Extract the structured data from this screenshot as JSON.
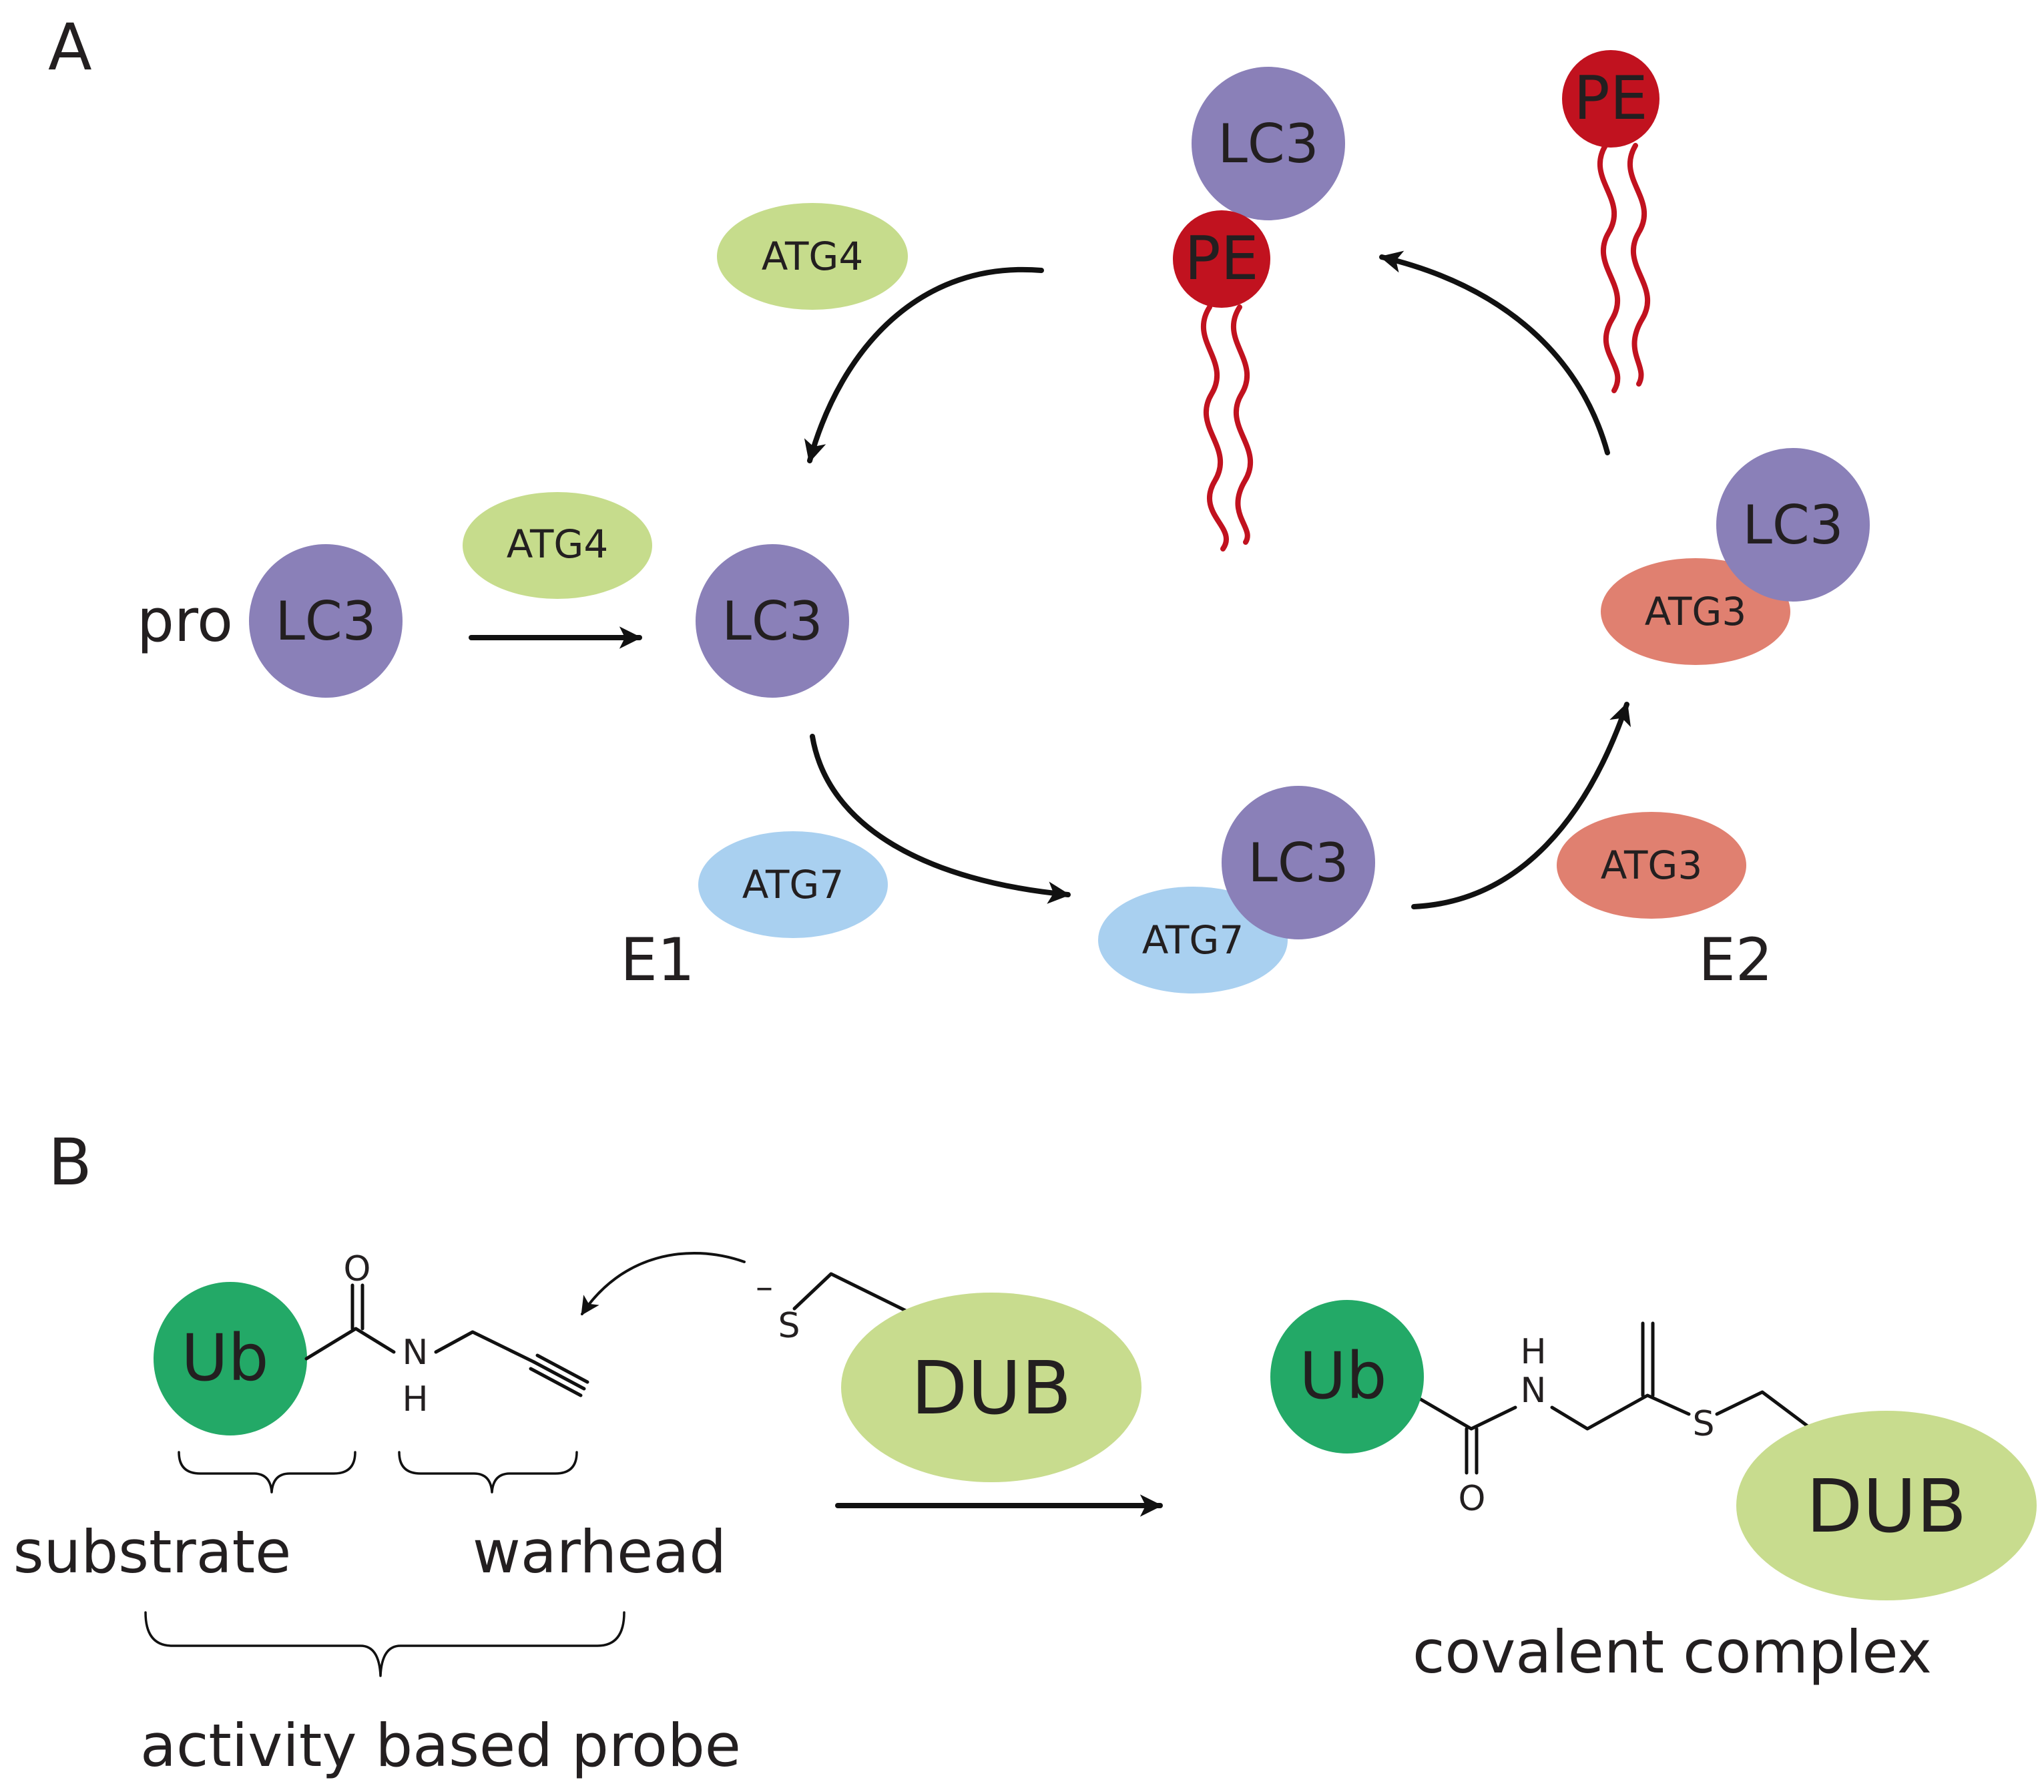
{
  "colors": {
    "lc3": "#8a80b8",
    "pe": "#c1121f",
    "atg4": "#c6dc8c",
    "atg7": "#a9d0f0",
    "atg3": "#e08070",
    "ub": "#23a967",
    "dub": "#c8dc8e",
    "text": "#231f20",
    "line": "#111111"
  },
  "panel_a": {
    "label": "A",
    "pro_label": "pro",
    "lc3_label": "LC3",
    "pe_label": "PE",
    "atg4_label": "ATG4",
    "atg7_label": "ATG7",
    "atg3_label": "ATG3",
    "e1_label": "E1",
    "e2_label": "E2"
  },
  "panel_b": {
    "label": "B",
    "ub_label": "Ub",
    "dub_label": "DUB",
    "oxygen": "O",
    "nitrogen": "N",
    "hydrogen": "H",
    "sulfur": "S",
    "charge": "–",
    "substrate_label": "substrate",
    "warhead_label": "warhead",
    "probe_label": "activity based probe",
    "complex_label": "covalent complex"
  }
}
